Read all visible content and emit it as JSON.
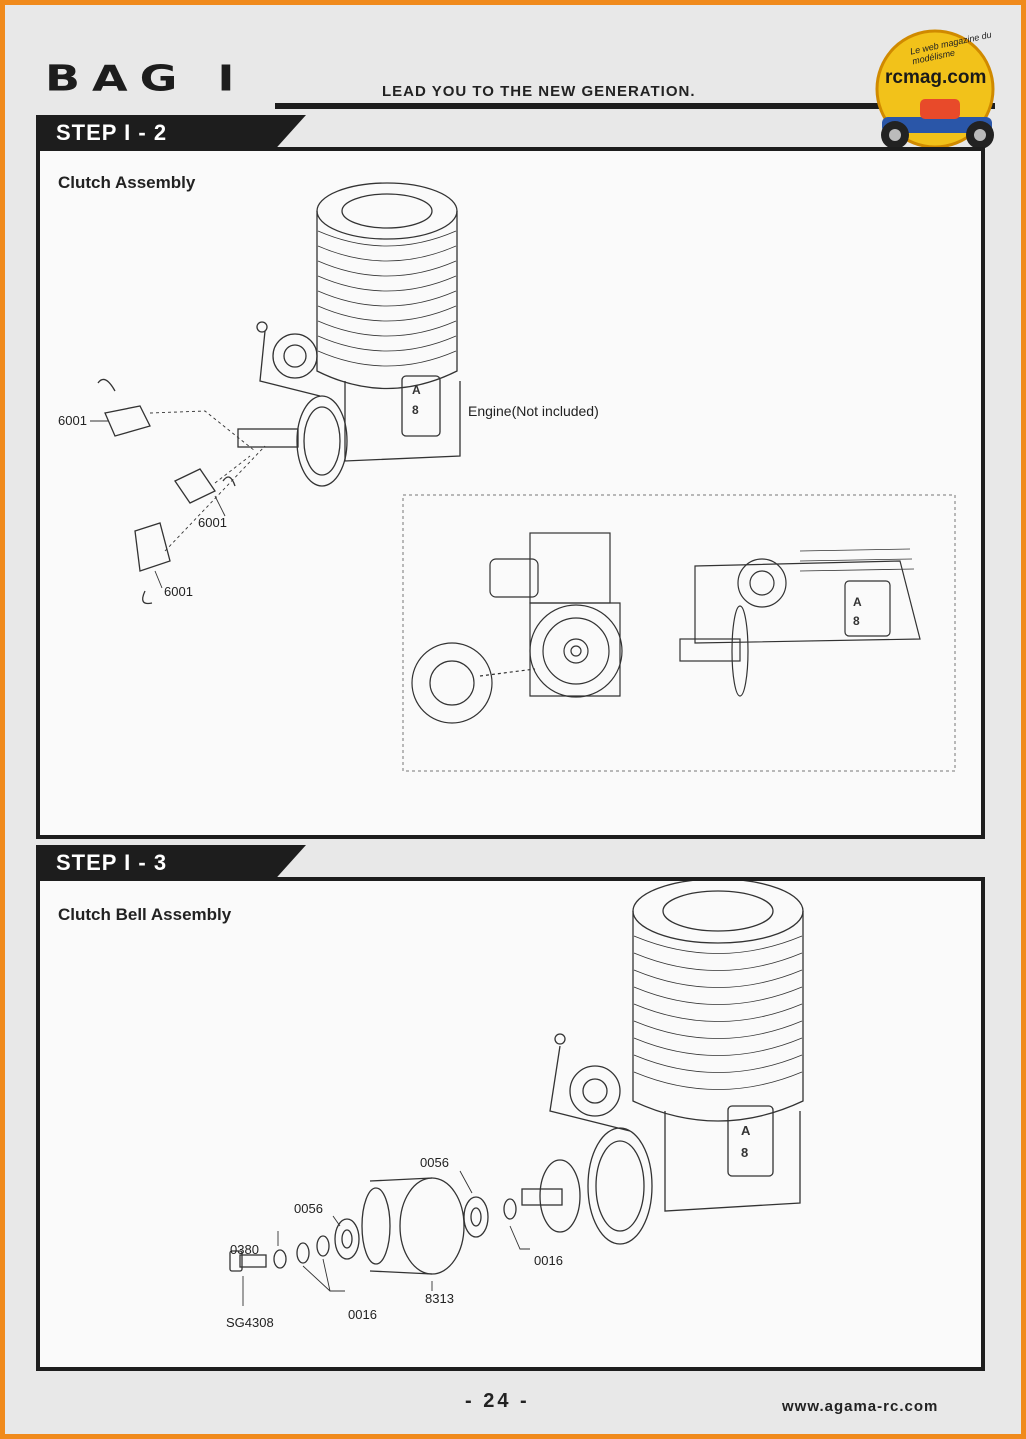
{
  "header": {
    "bag_title": "BAG I",
    "tagline": "LEAD YOU TO THE NEW GENERATION."
  },
  "logo": {
    "brand": "rcmag.com",
    "subtitle": "Le web magazine du modélisme"
  },
  "step_1_2": {
    "label": "STEP I - 2",
    "title": "Clutch Assembly",
    "engine_note": "Engine(Not included)",
    "callouts": [
      "6001",
      "6001",
      "6001"
    ],
    "engine_badge": [
      "A",
      "8"
    ]
  },
  "step_1_3": {
    "label": "STEP I - 3",
    "title": "Clutch Bell Assembly",
    "callouts": [
      "0056",
      "0056",
      "0380",
      "SG4308",
      "0016",
      "8313",
      "0016"
    ],
    "engine_badge": [
      "A",
      "8"
    ]
  },
  "footer": {
    "page_number": "- 24 -",
    "url": "www.agama-rc.com"
  }
}
